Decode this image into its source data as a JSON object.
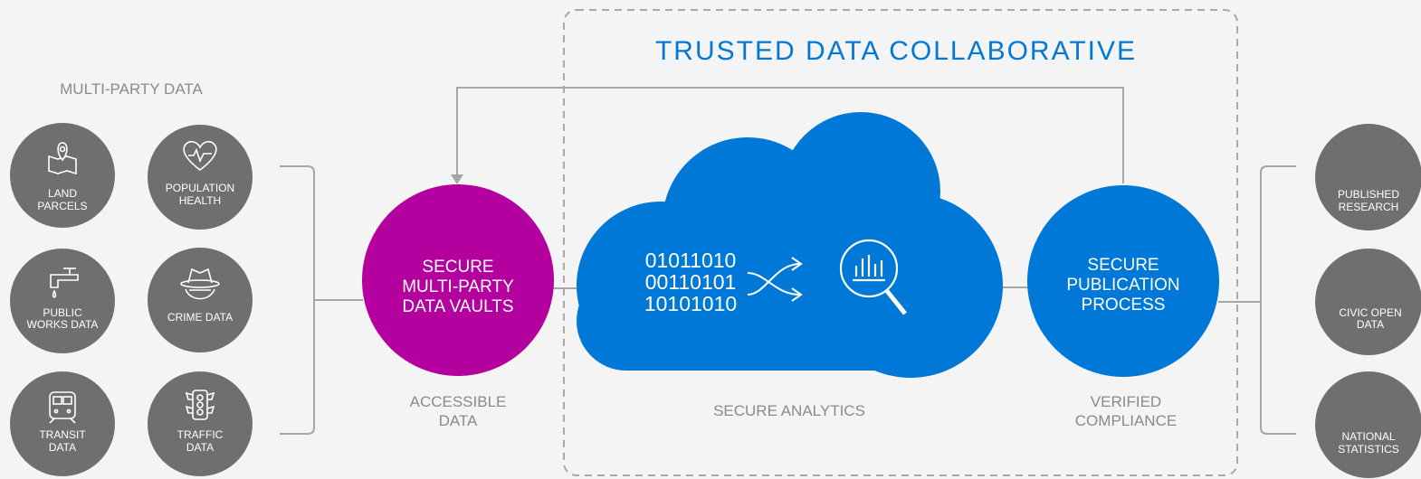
{
  "title": "TRUSTED DATA COLLABORATIVE",
  "multi_party_heading": "MULTI-PARTY DATA",
  "sources": [
    {
      "line1": "LAND",
      "line2": "PARCELS",
      "icon": "map-pin-icon"
    },
    {
      "line1": "POPULATION",
      "line2": "HEALTH",
      "icon": "heart-icon"
    },
    {
      "line1": "PUBLIC",
      "line2": "WORKS DATA",
      "icon": "faucet-icon"
    },
    {
      "line1": "",
      "line2": "CRIME DATA",
      "icon": "spy-hat-icon"
    },
    {
      "line1": "TRANSIT",
      "line2": "DATA",
      "icon": "train-icon"
    },
    {
      "line1": "TRAFFIC",
      "line2": "DATA",
      "icon": "traffic-light-icon"
    }
  ],
  "vault": {
    "line1": "SECURE",
    "line2": "MULTI-PARTY",
    "line3": "DATA VAULTS",
    "color": "#b4009e"
  },
  "cloud": {
    "binary": [
      "01011010",
      "00110101",
      "10101010"
    ],
    "color": "#0078d7",
    "icons": [
      "shuffle-arrows-icon",
      "magnifier-chart-icon"
    ]
  },
  "publication": {
    "line1": "SECURE",
    "line2": "PUBLICATION",
    "line3": "PROCESS",
    "color": "#0078d7"
  },
  "stage_labels": {
    "accessible_1": "ACCESSIBLE",
    "accessible_2": "DATA",
    "analytics": "SECURE ANALYTICS",
    "verified_1": "VERIFIED",
    "verified_2": "COMPLIANCE"
  },
  "outputs": [
    {
      "line1": "PUBLISHED",
      "line2": "RESEARCH"
    },
    {
      "line1": "CIVIC OPEN",
      "line2": "DATA"
    },
    {
      "line1": "NATIONAL",
      "line2": "STATISTICS"
    }
  ],
  "colors": {
    "grey_circle": "#6f6f6f",
    "line": "#a6a6a6",
    "title": "#0078d7",
    "label": "#8a8a8a"
  }
}
